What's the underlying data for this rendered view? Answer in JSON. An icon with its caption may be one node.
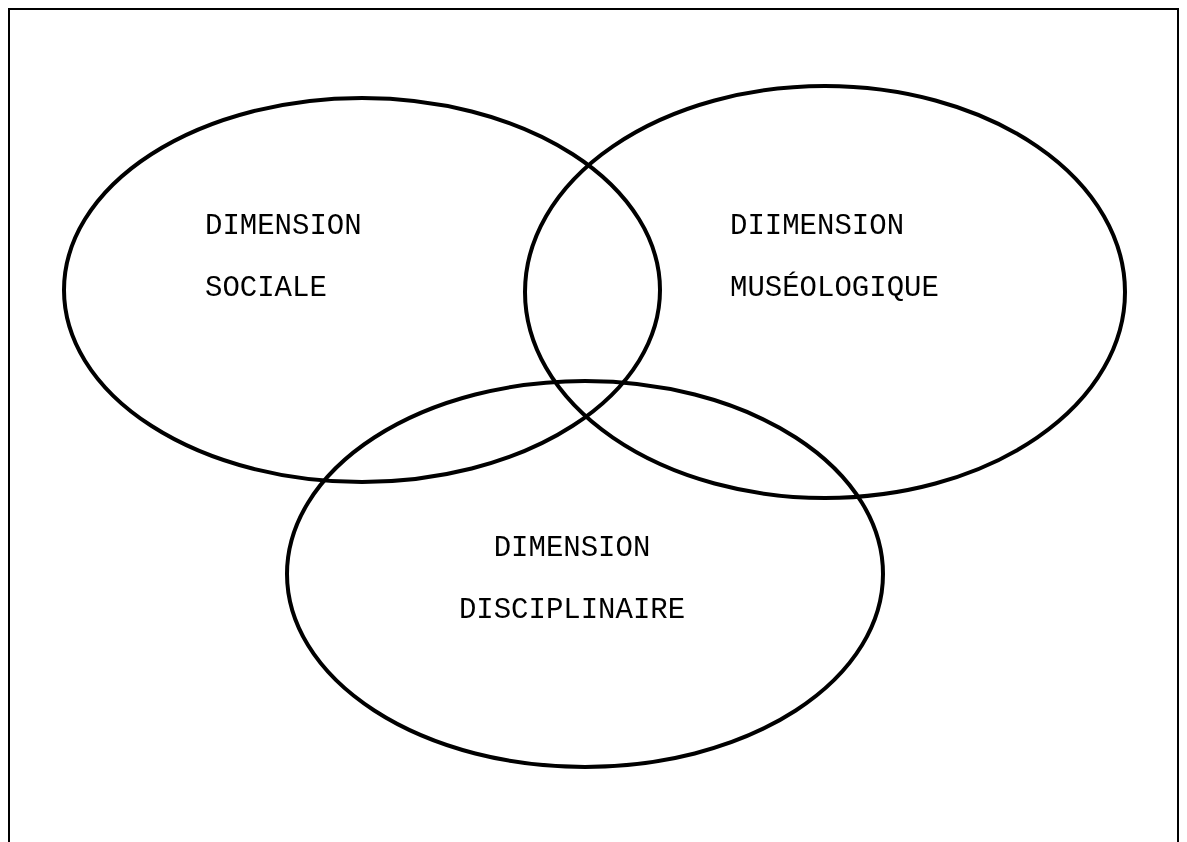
{
  "diagram": {
    "nodes": [
      {
        "text": [
          "DIMENSION SOCIALE"
        ]
      },
      {
        "text": [
          "DIIMENSION MUSÉOLOGIQUE"
        ]
      },
      {
        "text": [
          "DIMENSION DISCIPLINAIRE"
        ]
      }
    ]
  }
}
